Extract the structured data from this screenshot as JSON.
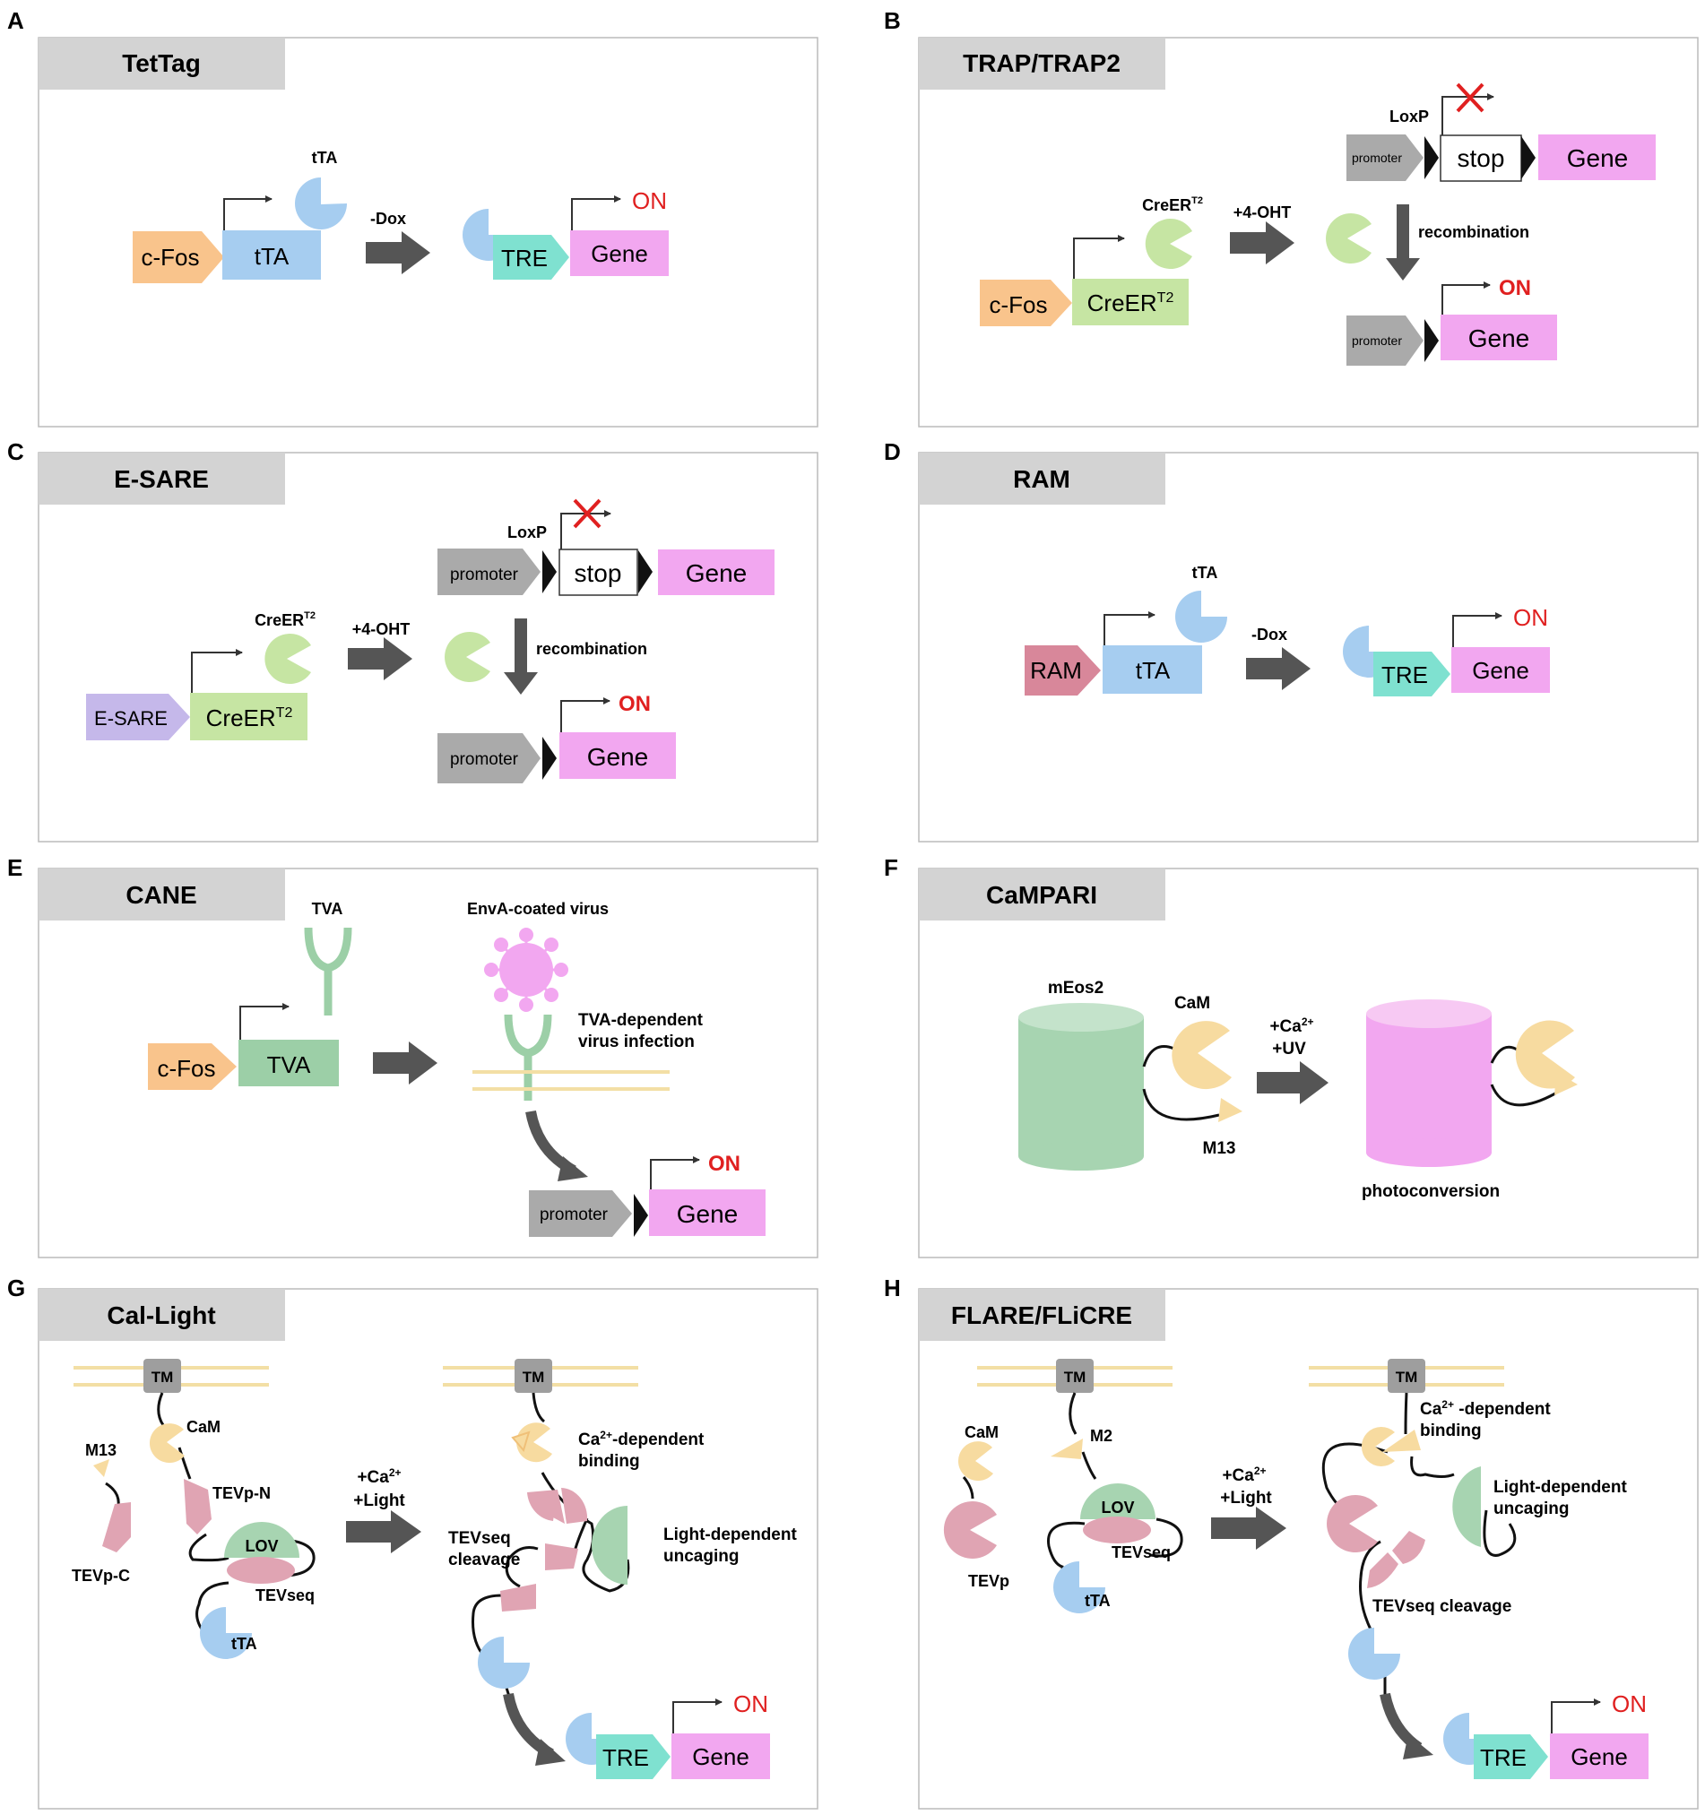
{
  "panels": {
    "A": {
      "letter": "A",
      "title": "TetTag",
      "ttA": "tTA",
      "dox": "-Dox",
      "cfos": "c-Fos",
      "tta": "tTA",
      "tre": "TRE",
      "gene": "Gene",
      "on": "ON"
    },
    "B": {
      "letter": "B",
      "title": "TRAP/TRAP2",
      "loxp": "LoxP",
      "promoter1": "promoter",
      "stop": "stop",
      "gene1": "Gene",
      "creLabel": "CreER",
      "creSup": "T2",
      "oht": "+4-OHT",
      "recomb": "recombination",
      "cfos": "c-Fos",
      "cre": "CreER",
      "creSup2": "T2",
      "on": "ON",
      "promoter2": "promoter",
      "gene2": "Gene"
    },
    "C": {
      "letter": "C",
      "title": "E-SARE",
      "loxp": "LoxP",
      "promoter1": "promoter",
      "stop": "stop",
      "gene1": "Gene",
      "creLabel": "CreER",
      "creSup": "T2",
      "oht": "+4-OHT",
      "recomb": "recombination",
      "esare": "E-SARE",
      "cre": "CreER",
      "creSup2": "T2",
      "on": "ON",
      "promoter2": "promoter",
      "gene2": "Gene"
    },
    "D": {
      "letter": "D",
      "title": "RAM",
      "ttA": "tTA",
      "dox": "-Dox",
      "ram": "RAM",
      "tta": "tTA",
      "tre": "TRE",
      "gene": "Gene",
      "on": "ON"
    },
    "E": {
      "letter": "E",
      "title": "CANE",
      "tva": "TVA",
      "virus": "EnvA-coated virus",
      "infect1": "TVA-dependent",
      "infect2": "virus infection",
      "cfos": "c-Fos",
      "tvaBox": "TVA",
      "on": "ON",
      "promoter": "promoter",
      "gene": "Gene"
    },
    "F": {
      "letter": "F",
      "title": "CaMPARI",
      "meos": "mEos2",
      "cam": "CaM",
      "m13": "M13",
      "ca": "+Ca",
      "caSup": "2+",
      "uv": "+UV",
      "photo": "photoconversion"
    },
    "G": {
      "letter": "G",
      "title": "Cal-Light",
      "tm1": "TM",
      "cam": "CaM",
      "m13": "M13",
      "tevpn": "TEVp-N",
      "tevpc": "TEVp-C",
      "lov": "LOV",
      "tevseq": "TEVseq",
      "tta": "tTA",
      "ca": "+Ca",
      "caSup": "2+",
      "light": "+Light",
      "tm2": "TM",
      "bind1pre": "Ca",
      "bind1sup": "2+",
      "bind1post": "-dependent",
      "bind2": "binding",
      "cleav1": "TEVseq",
      "cleav2": "cleavage",
      "unc1": "Light-dependent",
      "unc2": "uncaging",
      "on": "ON",
      "tre": "TRE",
      "gene": "Gene"
    },
    "H": {
      "letter": "H",
      "title": "FLARE/FLiCRE",
      "tm1": "TM",
      "cam": "CaM",
      "m2": "M2",
      "lov": "LOV",
      "tevseq": "TEVseq",
      "tevp": "TEVp",
      "tta": "tTA",
      "ca": "+Ca",
      "caSup": "2+",
      "light": "+Light",
      "tm2": "TM",
      "bind1pre": "Ca",
      "bind1sup": "2+",
      "bind1post": " -dependent",
      "bind2": "binding",
      "unc1": "Light-dependent",
      "unc2": "uncaging",
      "cleav": "TEVseq cleavage",
      "on": "ON",
      "tre": "TRE",
      "gene": "Gene"
    }
  },
  "colors": {
    "orange": "#f9c48c",
    "blue": "#a6cdf0",
    "teal": "#7fe1d0",
    "pink": "#f2a7f0",
    "green": "#c6e5a3",
    "lightgreen": "#bfe49b",
    "gray": "#aaaaaa",
    "red": "#e02020",
    "darkArrow": "#555555",
    "lavender": "#c5b8ea",
    "rose": "#d8879a",
    "tvaGreen": "#9ccfa7",
    "yellow": "#f7dba0",
    "membrane": "#f3dfa5",
    "tmGray": "#9e9e9e",
    "mauve": "#e0a4b3",
    "lovGreen": "#a7d4b1",
    "cylinderGreen": "#a7d4b1",
    "cylinderPink": "#f2a7f0",
    "titleBg": "#d3d3d3",
    "frame": "#bbbbbb"
  }
}
